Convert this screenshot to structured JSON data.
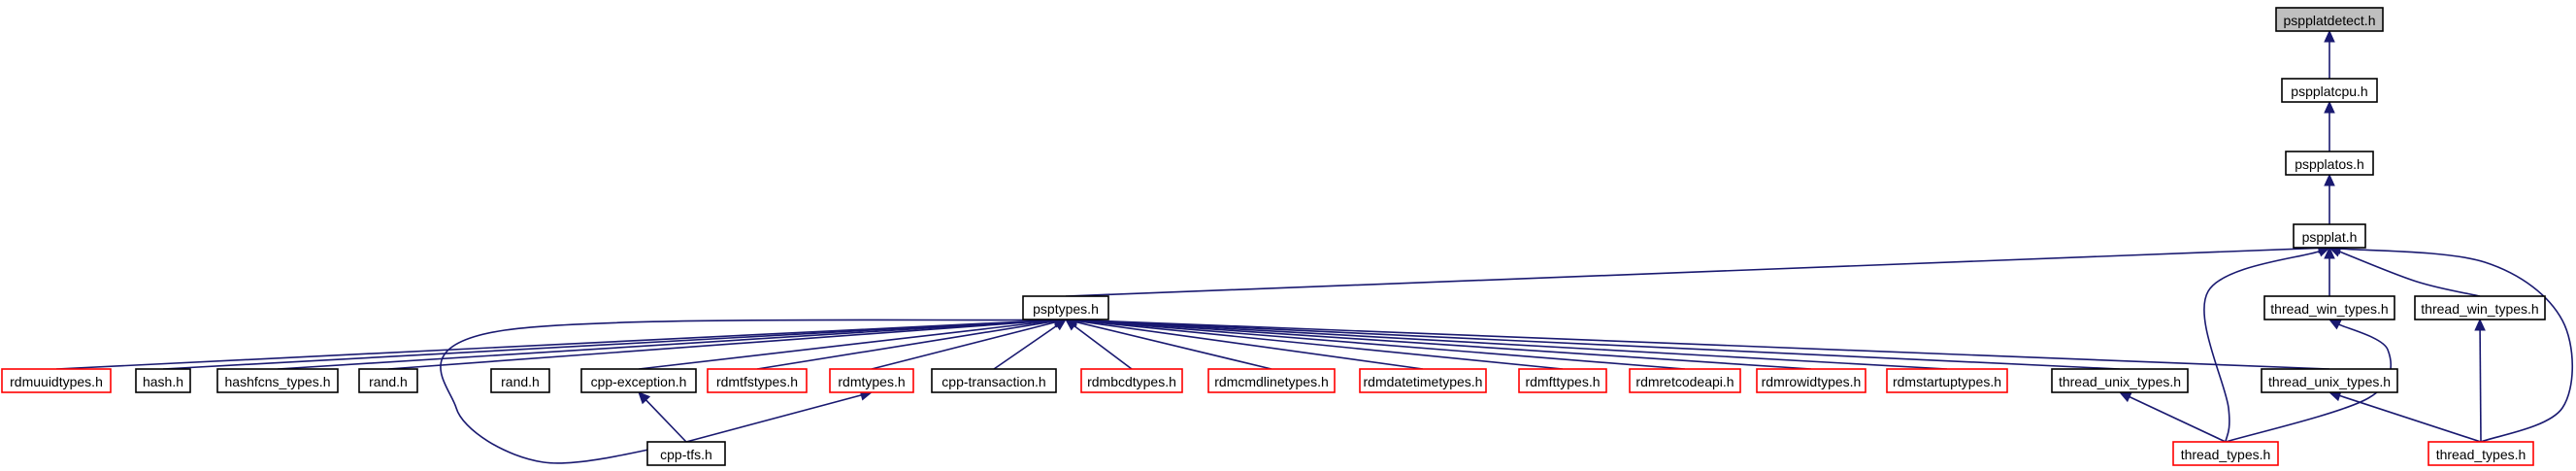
{
  "colors": {
    "edge": "#191970",
    "border_normal": "#000000",
    "border_truncated": "#ff0000",
    "fill_root": "#bfbfbf",
    "fill_normal": "#ffffff"
  },
  "nodes": [
    {
      "id": "pspplatdetect",
      "label": "pspplatdetect.h",
      "style": "root"
    },
    {
      "id": "pspplatcpu",
      "label": "pspplatcpu.h",
      "style": "normal"
    },
    {
      "id": "pspplatos",
      "label": "pspplatos.h",
      "style": "normal"
    },
    {
      "id": "pspplat",
      "label": "pspplat.h",
      "style": "normal"
    },
    {
      "id": "psptypes",
      "label": "psptypes.h",
      "style": "normal"
    },
    {
      "id": "thread_win_types_a",
      "label": "thread_win_types.h",
      "style": "normal"
    },
    {
      "id": "thread_win_types_b",
      "label": "thread_win_types.h",
      "style": "normal"
    },
    {
      "id": "rdmuuidtypes",
      "label": "rdmuuidtypes.h",
      "style": "truncated"
    },
    {
      "id": "hash",
      "label": "hash.h",
      "style": "normal"
    },
    {
      "id": "hashfcns_types",
      "label": "hashfcns_types.h",
      "style": "normal"
    },
    {
      "id": "rand_a",
      "label": "rand.h",
      "style": "normal"
    },
    {
      "id": "rand_b",
      "label": "rand.h",
      "style": "normal"
    },
    {
      "id": "cpp_exception",
      "label": "cpp-exception.h",
      "style": "normal"
    },
    {
      "id": "rdmtfstypes",
      "label": "rdmtfstypes.h",
      "style": "truncated"
    },
    {
      "id": "rdmtypes",
      "label": "rdmtypes.h",
      "style": "truncated"
    },
    {
      "id": "cpp_transaction",
      "label": "cpp-transaction.h",
      "style": "normal"
    },
    {
      "id": "rdmbcdtypes",
      "label": "rdmbcdtypes.h",
      "style": "truncated"
    },
    {
      "id": "rdmcmdlinetypes",
      "label": "rdmcmdlinetypes.h",
      "style": "truncated"
    },
    {
      "id": "rdmdatetimetypes",
      "label": "rdmdatetimetypes.h",
      "style": "truncated"
    },
    {
      "id": "rdmfttypes",
      "label": "rdmfttypes.h",
      "style": "truncated"
    },
    {
      "id": "rdmretcodeapi",
      "label": "rdmretcodeapi.h",
      "style": "truncated"
    },
    {
      "id": "rdmrowidtypes",
      "label": "rdmrowidtypes.h",
      "style": "truncated"
    },
    {
      "id": "rdmstartuptypes",
      "label": "rdmstartuptypes.h",
      "style": "truncated"
    },
    {
      "id": "thread_unix_types_a",
      "label": "thread_unix_types.h",
      "style": "normal"
    },
    {
      "id": "thread_unix_types_b",
      "label": "thread_unix_types.h",
      "style": "normal"
    },
    {
      "id": "cpp_tfs",
      "label": "cpp-tfs.h",
      "style": "normal"
    },
    {
      "id": "thread_types_a",
      "label": "thread_types.h",
      "style": "truncated"
    },
    {
      "id": "thread_types_b",
      "label": "thread_types.h",
      "style": "truncated"
    }
  ],
  "edges": [
    [
      "pspplatcpu",
      "pspplatdetect"
    ],
    [
      "pspplatos",
      "pspplatcpu"
    ],
    [
      "pspplat",
      "pspplatos"
    ],
    [
      "psptypes",
      "pspplat"
    ],
    [
      "thread_win_types_a",
      "pspplat"
    ],
    [
      "thread_win_types_b",
      "pspplat"
    ],
    [
      "thread_types_a",
      "pspplat"
    ],
    [
      "thread_types_b",
      "pspplat"
    ],
    [
      "rdmuuidtypes",
      "psptypes"
    ],
    [
      "hash",
      "psptypes"
    ],
    [
      "hashfcns_types",
      "psptypes"
    ],
    [
      "rand_a",
      "psptypes"
    ],
    [
      "cpp_exception",
      "psptypes"
    ],
    [
      "rdmtfstypes",
      "psptypes"
    ],
    [
      "rdmtypes",
      "psptypes"
    ],
    [
      "cpp_transaction",
      "psptypes"
    ],
    [
      "rdmbcdtypes",
      "psptypes"
    ],
    [
      "rdmcmdlinetypes",
      "psptypes"
    ],
    [
      "rdmdatetimetypes",
      "psptypes"
    ],
    [
      "rdmfttypes",
      "psptypes"
    ],
    [
      "rdmretcodeapi",
      "psptypes"
    ],
    [
      "rdmrowidtypes",
      "psptypes"
    ],
    [
      "rdmstartuptypes",
      "psptypes"
    ],
    [
      "thread_unix_types_a",
      "psptypes"
    ],
    [
      "thread_unix_types_b",
      "psptypes"
    ],
    [
      "cpp_tfs",
      "psptypes"
    ],
    [
      "cpp_tfs",
      "cpp_exception"
    ],
    [
      "cpp_tfs",
      "rdmtypes"
    ],
    [
      "thread_types_a",
      "thread_win_types_a"
    ],
    [
      "thread_types_a",
      "thread_unix_types_a"
    ],
    [
      "thread_types_b",
      "thread_win_types_b"
    ],
    [
      "thread_types_b",
      "thread_unix_types_b"
    ]
  ]
}
